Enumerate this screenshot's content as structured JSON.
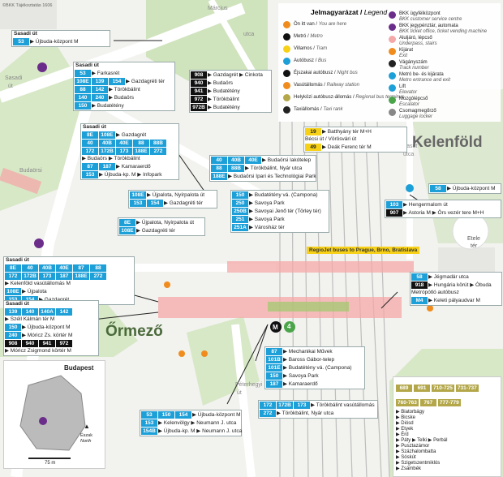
{
  "copyright": "©BKK Tájékoztatás 1606",
  "big_labels": {
    "kelenfold": "Kelenföld",
    "ormezo": "Őrmező"
  },
  "street_labels": {
    "marcius": "Március",
    "utca1": "utca",
    "sasadi": "Sasadi",
    "ut1": "út",
    "budaorsi": "Budaörsi",
    "ut2": "út",
    "vasut": "Vasút",
    "utca2": "utca",
    "peterhegyi": "Péterhegyi",
    "ut3": "út",
    "etele": "Etele",
    "ter": "tér"
  },
  "legend": {
    "title": "Jelmagyarázat",
    "title_en": "Legend",
    "left": [
      {
        "text": "Ön itt van",
        "en": "You are here"
      },
      {
        "text": "Metró",
        "en": "Metro"
      },
      {
        "text": "Villamos",
        "en": "Tram"
      },
      {
        "text": "Autóbusz",
        "en": "Bus"
      },
      {
        "text": "Éjszakai autóbusz",
        "en": "Night bus"
      },
      {
        "text": "Vasútállomás",
        "en": "Railway station"
      },
      {
        "text": "Helyközi autóbusz-állomás",
        "en": "Regional bus terminus"
      },
      {
        "text": "Taxiállomás",
        "en": "Taxi rank"
      }
    ],
    "right": [
      {
        "text": "BKK ügyfélközpont",
        "en": "BKK customer service centre"
      },
      {
        "text": "BKK jegypénztár, automata",
        "en": "BKK ticket office, ticket vending machine"
      },
      {
        "text": "Aluljáró, lépcső",
        "en": "Underpass, stairs"
      },
      {
        "text": "Kijárat",
        "en": "Exit"
      },
      {
        "text": "Vágányszám",
        "en": "Track number"
      },
      {
        "text": "Metró be- és kijárata",
        "en": "Metro entrance and exit"
      },
      {
        "text": "Lift",
        "en": "Elevator"
      },
      {
        "text": "Mozgólépcső",
        "en": "Escalator"
      },
      {
        "text": "Csomagmegőrző",
        "en": "Luggage locker"
      }
    ]
  },
  "stops": {
    "s1": {
      "head": "Sasadi út",
      "rows": [
        {
          "lines": [
            {
              "n": "53",
              "c": "blue"
            }
          ],
          "dest": "▶ Újbuda-központ M"
        }
      ]
    },
    "s2": {
      "head": "Sasadi út",
      "rows": [
        {
          "lines": [
            {
              "n": "53",
              "c": "blue"
            }
          ],
          "dest": "▶ Farkasrét"
        },
        {
          "lines": [
            {
              "n": "108E",
              "c": "blue"
            },
            {
              "n": "139",
              "c": "blue"
            },
            {
              "n": "154",
              "c": "blue"
            }
          ],
          "dest": "▶ Gazdagréti tér"
        },
        {
          "lines": [
            {
              "n": "88",
              "c": "blue"
            },
            {
              "n": "142",
              "c": "blue"
            }
          ],
          "dest": "▶ Törökbálint"
        },
        {
          "lines": [
            {
              "n": "140",
              "c": "blue"
            },
            {
              "n": "240",
              "c": "blue"
            }
          ],
          "dest": "▶ Budaörs"
        },
        {
          "lines": [
            {
              "n": "150",
              "c": "blue"
            }
          ],
          "dest": "▶ Budatétény"
        }
      ]
    },
    "s2n": {
      "rows": [
        {
          "lines": [
            {
              "n": "908",
              "c": "dark"
            }
          ],
          "dest": "▶ Gazdagrét ▶ Cinkota"
        },
        {
          "lines": [
            {
              "n": "940",
              "c": "dark"
            }
          ],
          "dest": "▶ Budaörs"
        },
        {
          "lines": [
            {
              "n": "941",
              "c": "dark"
            }
          ],
          "dest": "▶ Budatétény"
        },
        {
          "lines": [
            {
              "n": "972",
              "c": "dark"
            }
          ],
          "dest": "▶ Törökbálint"
        },
        {
          "lines": [
            {
              "n": "972B",
              "c": "dark"
            }
          ],
          "dest": "▶ Budatétény"
        }
      ]
    },
    "s3": {
      "head": "Sasadi út",
      "rows": [
        {
          "lines": [
            {
              "n": "8E",
              "c": "blue"
            },
            {
              "n": "108E",
              "c": "blue"
            }
          ],
          "dest": "▶ Gazdagrét"
        },
        {
          "lines": [
            {
              "n": "40",
              "c": "blue"
            },
            {
              "n": "40B",
              "c": "blue"
            },
            {
              "n": "40E",
              "c": "blue"
            },
            {
              "n": "88",
              "c": "blue"
            },
            {
              "n": "88B",
              "c": "blue"
            }
          ],
          "dest": ""
        },
        {
          "lines": [
            {
              "n": "172",
              "c": "blue"
            },
            {
              "n": "172B",
              "c": "blue"
            },
            {
              "n": "173",
              "c": "blue"
            },
            {
              "n": "188E",
              "c": "blue"
            },
            {
              "n": "272",
              "c": "blue"
            }
          ],
          "dest": ""
        },
        {
          "lines": [],
          "dest": "▶ Budaörs ▶ Törökbálint"
        },
        {
          "lines": [
            {
              "n": "87",
              "c": "blue"
            },
            {
              "n": "187",
              "c": "blue"
            }
          ],
          "dest": "▶ Kamaraerdő"
        },
        {
          "lines": [
            {
              "n": "153",
              "c": "blue"
            }
          ],
          "dest": "▶ Újbuda-kp. M ▶ Infopark"
        }
      ]
    },
    "s4": {
      "rows": [
        {
          "lines": [
            {
              "n": "40",
              "c": "blue"
            },
            {
              "n": "40B",
              "c": "blue"
            },
            {
              "n": "40E",
              "c": "blue"
            }
          ],
          "dest": "▶ Budaörsi lakótelep"
        },
        {
          "lines": [
            {
              "n": "88",
              "c": "blue"
            },
            {
              "n": "88B",
              "c": "blue"
            }
          ],
          "dest": "▶ Törökbálint, Nyár utca"
        },
        {
          "lines": [
            {
              "n": "188E",
              "c": "blue"
            }
          ],
          "dest": "▶ Budaörsi Ipari és Technológiai Park"
        }
      ]
    },
    "s5": {
      "rows": [
        {
          "lines": [
            {
              "n": "108E",
              "c": "blue"
            }
          ],
          "dest": "▶ Újpalota, Nyírpalota út"
        },
        {
          "lines": [
            {
              "n": "153",
              "c": "blue"
            },
            {
              "n": "154",
              "c": "blue"
            }
          ],
          "dest": "▶ Gazdagréti tér"
        }
      ]
    },
    "s6": {
      "rows": [
        {
          "lines": [
            {
              "n": "8E",
              "c": "blue"
            }
          ],
          "dest": "▶ Újpalota, Nyírpalota út"
        },
        {
          "lines": [
            {
              "n": "108E",
              "c": "blue"
            }
          ],
          "dest": "▶ Gazdagréti tér"
        }
      ]
    },
    "s7": {
      "rows": [
        {
          "lines": [
            {
              "n": "150",
              "c": "blue"
            }
          ],
          "dest": "▶ Budatétény vá. (Campona)"
        },
        {
          "lines": [
            {
              "n": "250",
              "c": "blue"
            }
          ],
          "dest": "▶ Savoya Park"
        },
        {
          "lines": [
            {
              "n": "250B",
              "c": "blue"
            }
          ],
          "dest": "▶ Savoyai Jenő tér (Törley tér)"
        },
        {
          "lines": [
            {
              "n": "251",
              "c": "blue"
            }
          ],
          "dest": "▶ Savoya Park"
        },
        {
          "lines": [
            {
              "n": "251A",
              "c": "blue"
            }
          ],
          "dest": "▶ Városház tér"
        }
      ]
    },
    "s8": {
      "head": "Sasadi út",
      "rows": [
        {
          "lines": [
            {
              "n": "8E",
              "c": "blue"
            },
            {
              "n": "40",
              "c": "blue"
            },
            {
              "n": "40B",
              "c": "blue"
            },
            {
              "n": "40E",
              "c": "blue"
            },
            {
              "n": "87",
              "c": "blue"
            },
            {
              "n": "88",
              "c": "blue"
            }
          ],
          "dest": ""
        },
        {
          "lines": [
            {
              "n": "172",
              "c": "blue"
            },
            {
              "n": "172B",
              "c": "blue"
            },
            {
              "n": "173",
              "c": "blue"
            },
            {
              "n": "187",
              "c": "blue"
            },
            {
              "n": "188E",
              "c": "blue"
            },
            {
              "n": "272",
              "c": "blue"
            }
          ],
          "dest": ""
        },
        {
          "lines": [],
          "dest": "▶ Kelenföld vasútállomás M"
        },
        {
          "lines": [
            {
              "n": "108E",
              "c": "blue"
            }
          ],
          "dest": "▶ Újpalota"
        },
        {
          "lines": [
            {
              "n": "153",
              "c": "blue"
            },
            {
              "n": "154",
              "c": "blue"
            }
          ],
          "dest": "▶ Gazdagrét"
        }
      ]
    },
    "s9": {
      "head": "Sasadi út",
      "rows": [
        {
          "lines": [
            {
              "n": "139",
              "c": "blue"
            },
            {
              "n": "140",
              "c": "blue"
            },
            {
              "n": "140A",
              "c": "blue"
            },
            {
              "n": "142",
              "c": "blue"
            }
          ],
          "dest": ""
        },
        {
          "lines": [],
          "dest": "▶ Széll Kálmán tér M"
        },
        {
          "lines": [
            {
              "n": "150",
              "c": "blue"
            }
          ],
          "dest": "▶ Újbuda-központ M"
        },
        {
          "lines": [
            {
              "n": "240",
              "c": "blue"
            }
          ],
          "dest": "▶ Móricz Zs. körtér M"
        },
        {
          "lines": [
            {
              "n": "908",
              "c": "dark"
            },
            {
              "n": "940",
              "c": "dark"
            },
            {
              "n": "941",
              "c": "dark"
            },
            {
              "n": "972",
              "c": "dark"
            }
          ],
          "dest": ""
        },
        {
          "lines": [],
          "dest": "▶ Móricz Zsigmond körtér M"
        }
      ]
    },
    "s10": {
      "rows": [
        {
          "lines": [
            {
              "n": "87",
              "c": "blue"
            }
          ],
          "dest": "▶ Mechanikai Művek"
        },
        {
          "lines": [
            {
              "n": "101B",
              "c": "blue"
            }
          ],
          "dest": "▶ Baross Gábor-telep"
        },
        {
          "lines": [
            {
              "n": "101E",
              "c": "blue"
            }
          ],
          "dest": "▶ Budatétény vá. (Campona)"
        },
        {
          "lines": [
            {
              "n": "150",
              "c": "blue"
            }
          ],
          "dest": "▶ Savoya Park"
        },
        {
          "lines": [
            {
              "n": "187",
              "c": "blue"
            }
          ],
          "dest": "▶ Kamaraerdő"
        }
      ]
    },
    "s11": {
      "rows": [
        {
          "lines": [
            {
              "n": "172",
              "c": "blue"
            },
            {
              "n": "172B",
              "c": "blue"
            },
            {
              "n": "173",
              "c": "blue"
            }
          ],
          "dest": "▶ Törökbálint vasútállomás"
        },
        {
          "lines": [
            {
              "n": "272",
              "c": "blue"
            }
          ],
          "dest": "▶ Törökbálint, Nyár utca"
        }
      ]
    },
    "s12": {
      "rows": [
        {
          "lines": [
            {
              "n": "53",
              "c": "blue"
            },
            {
              "n": "150",
              "c": "blue"
            },
            {
              "n": "154",
              "c": "blue"
            }
          ],
          "dest": "▶ Újbuda-központ M"
        },
        {
          "lines": [
            {
              "n": "153",
              "c": "blue"
            }
          ],
          "dest": "▶ Kelenvölgy ▶ Neumann J. utca"
        },
        {
          "lines": [
            {
              "n": "154B",
              "c": "blue"
            }
          ],
          "dest": "▶ Újbuda-kp. M ▶ Neumann J. utca"
        }
      ]
    },
    "s13": {
      "rows": [
        {
          "lines": [
            {
              "n": "19",
              "c": "yel"
            }
          ],
          "dest": "▶ Batthyány tér M+H"
        },
        {
          "lines": [],
          "dest": "Bécsi út / Vörösvári út"
        },
        {
          "lines": [
            {
              "n": "49",
              "c": "yel"
            }
          ],
          "dest": "▶ Deák Ferenc tér M"
        }
      ]
    },
    "s14": {
      "rows": [
        {
          "lines": [
            {
              "n": "58",
              "c": "blue"
            }
          ],
          "dest": "▶ Újbuda-központ M"
        }
      ]
    },
    "s15": {
      "rows": [
        {
          "lines": [
            {
              "n": "103",
              "c": "blue"
            }
          ],
          "dest": "▶ Hengermalom út"
        },
        {
          "lines": [
            {
              "n": "907",
              "c": "dark"
            }
          ],
          "dest": "▶ Astoria M ▶ Örs vezér tere M+H"
        }
      ]
    },
    "s16": {
      "rows": [
        {
          "lines": [
            {
              "n": "58",
              "c": "blue"
            }
          ],
          "dest": "▶ Jégmadár utca"
        },
        {
          "lines": [
            {
              "n": "918",
              "c": "dark"
            }
          ],
          "dest": "▶ Hungária körút ▶ Óbuda"
        },
        {
          "lines": [],
          "dest": "Metrópótló autóbusz"
        },
        {
          "lines": [
            {
              "n": "M4",
              "c": "blue"
            }
          ],
          "dest": "▶ Keleti pályaudvar M"
        }
      ]
    }
  },
  "regiojet": "RegioJet buses to Prague, Brno, Bratislava",
  "metro_labels": {
    "m4": "4"
  },
  "inset": {
    "city": "Budapest",
    "north": "Észak",
    "north_en": "North",
    "scale": "75 m"
  },
  "long_distance": {
    "lines": [
      "689",
      "691",
      "710-725",
      "731-737",
      "760-763",
      "767",
      "777-779"
    ],
    "destinations": [
      "▶ Biatorbágy",
      "▶ Bicske",
      "▶ Diósd",
      "▶ Etyek",
      "▶ Érd",
      "▶ Páty ▶ Telki ▶ Perbál",
      "▶ Pusztazámor",
      "▶ Százhalombatta",
      "▶ Sóskút",
      "▶ Szigetszentmiklós",
      "▶ Zsámbék"
    ]
  },
  "colors": {
    "bus": "#1d9fd8",
    "night": "#111111",
    "tram": "#f7d117",
    "metro4": "#4aa54a",
    "underpass": "#f4a8a8",
    "regional": "#b3a74a"
  },
  "icons": [
    "you-are-here-icon",
    "metro-icon",
    "tram-icon",
    "bus-icon",
    "night-bus-icon",
    "railway-icon",
    "regional-bus-icon",
    "taxi-icon",
    "customer-service-icon",
    "ticket-office-icon",
    "underpass-icon",
    "exit-icon",
    "track-number-icon",
    "metro-entrance-icon",
    "elevator-icon",
    "escalator-icon",
    "luggage-locker-icon",
    "north-arrow-icon"
  ]
}
